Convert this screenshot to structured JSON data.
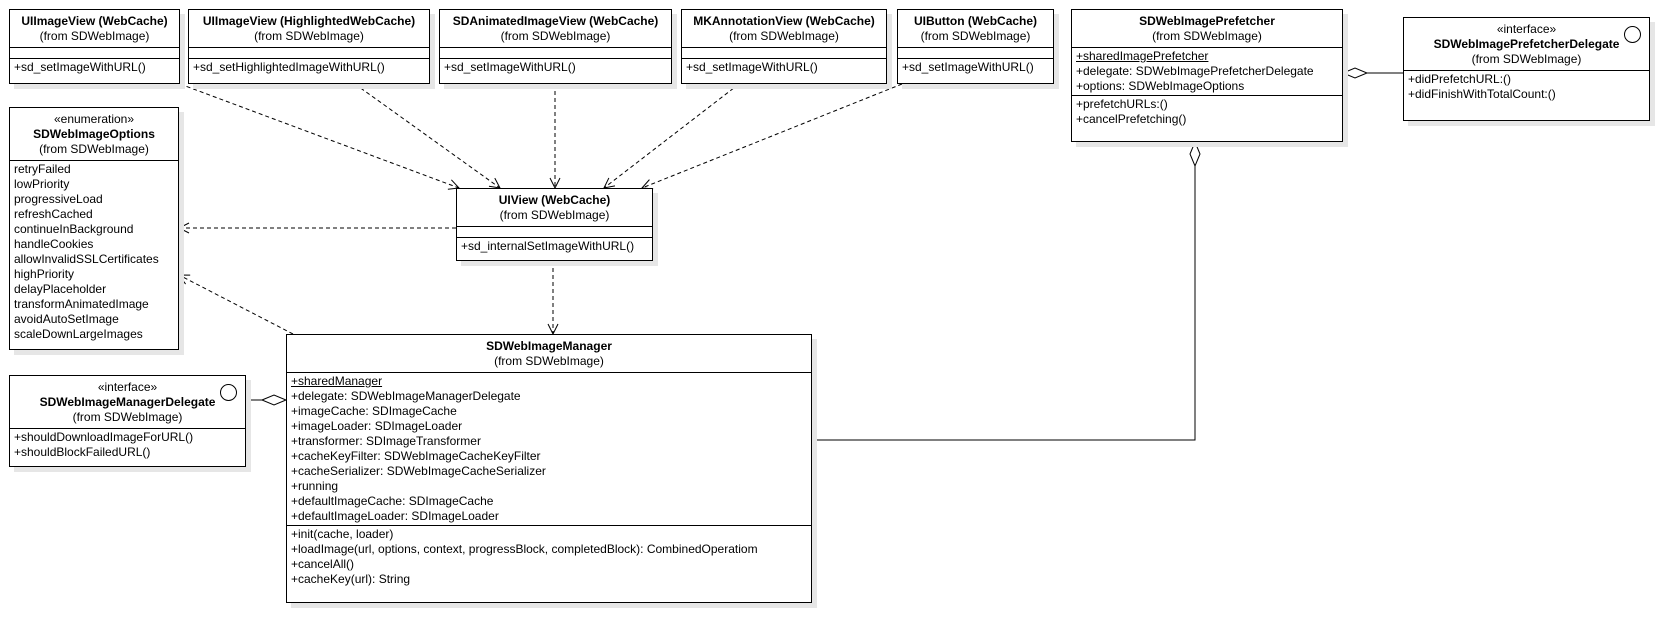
{
  "classes": {
    "uiimageview": {
      "name": "UIImageView (WebCache)",
      "from": "(from SDWebImage)",
      "attributes": [],
      "operations": [
        "+sd_setImageWithURL()"
      ]
    },
    "highlighted": {
      "name": "UIImageView (HighlightedWebCache)",
      "from": "(from SDWebImage)",
      "attributes": [],
      "operations": [
        "+sd_setHighlightedImageWithURL()"
      ]
    },
    "animated": {
      "name": "SDAnimatedImageView (WebCache)",
      "from": "(from SDWebImage)",
      "attributes": [],
      "operations": [
        "+sd_setImageWithURL()"
      ]
    },
    "mkannotation": {
      "name": "MKAnnotationView (WebCache)",
      "from": "(from SDWebImage)",
      "attributes": [],
      "operations": [
        "+sd_setImageWithURL()"
      ]
    },
    "uibutton": {
      "name": "UIButton (WebCache)",
      "from": "(from SDWebImage)",
      "attributes": [],
      "operations": [
        "+sd_setImageWithURL()"
      ]
    },
    "prefetcher": {
      "name": "SDWebImagePrefetcher",
      "from": "(from SDWebImage)",
      "attributes": [
        {
          "text": "+sharedImagePrefetcher",
          "static": true
        },
        {
          "text": "+delegate: SDWebImagePrefetcherDelegate",
          "static": false
        },
        {
          "text": "+options: SDWebImageOptions",
          "static": false
        }
      ],
      "operations": [
        "+prefetchURLs:()",
        "+cancelPrefetching()"
      ]
    },
    "prefetcher_delegate": {
      "stereotype": "«interface»",
      "name": "SDWebImagePrefetcherDelegate",
      "from": "(from SDWebImage)",
      "operations": [
        "+didPrefetchURL:()",
        "+didFinishWithTotalCount:()"
      ]
    },
    "options": {
      "stereotype": "«enumeration»",
      "name": "SDWebImageOptions",
      "from": "(from SDWebImage)",
      "literals": [
        "retryFailed",
        "lowPriority",
        "progressiveLoad",
        "refreshCached",
        "continueInBackground",
        "handleCookies",
        "allowInvalidSSLCertificates",
        "highPriority",
        "delayPlaceholder",
        "transformAnimatedImage",
        "avoidAutoSetImage",
        "scaleDownLargeImages"
      ]
    },
    "uiview": {
      "name": "UIView (WebCache)",
      "from": "(from SDWebImage)",
      "attributes": [],
      "operations": [
        "+sd_internalSetImageWithURL()"
      ]
    },
    "manager": {
      "name": "SDWebImageManager",
      "from": "(from SDWebImage)",
      "attributes": [
        {
          "text": "+sharedManager",
          "static": true
        },
        {
          "text": "+delegate: SDWebImageManagerDelegate",
          "static": false
        },
        {
          "text": "+imageCache: SDImageCache",
          "static": false
        },
        {
          "text": "+imageLoader: SDImageLoader",
          "static": false
        },
        {
          "text": "+transformer: SDImageTransformer",
          "static": false
        },
        {
          "text": "+cacheKeyFilter: SDWebImageCacheKeyFilter",
          "static": false
        },
        {
          "text": "+cacheSerializer: SDWebImageCacheSerializer",
          "static": false
        },
        {
          "text": "+running",
          "static": false
        },
        {
          "text": "+defaultImageCache: SDImageCache",
          "static": false
        },
        {
          "text": "+defaultImageLoader: SDImageLoader",
          "static": false
        }
      ],
      "operations": [
        "+init(cache, loader)",
        "+loadImage(url, options, context, progressBlock, completedBlock): CombinedOperatiom",
        "+cancelAll()",
        "+cacheKey(url): String"
      ]
    },
    "manager_delegate": {
      "stereotype": "«interface»",
      "name": "SDWebImageManagerDelegate",
      "from": "(from SDWebImage)",
      "operations": [
        "+shouldDownloadImageForURL()",
        "+shouldBlockFailedURL()"
      ]
    }
  }
}
